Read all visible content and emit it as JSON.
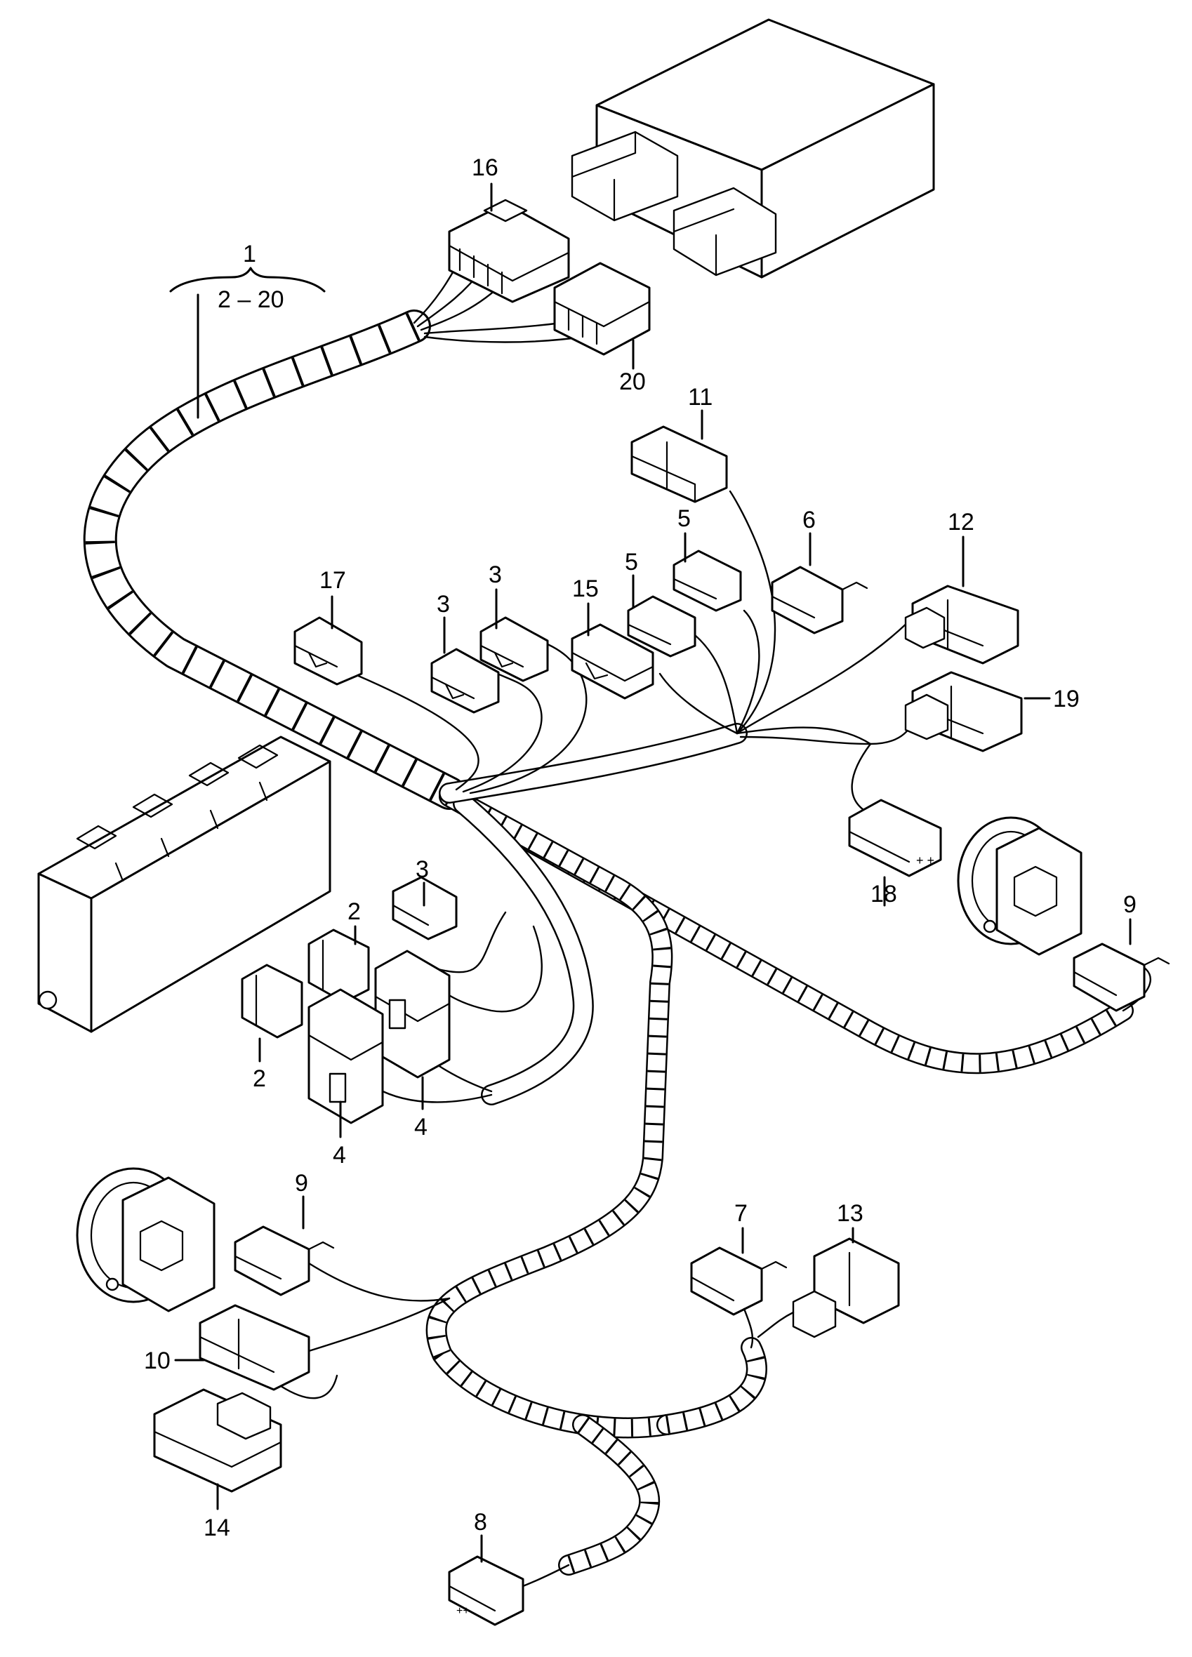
{
  "callouts": {
    "c1": "1",
    "c1_range": "2 – 20",
    "c2a": "2",
    "c2b": "2",
    "c3a": "3",
    "c3b": "3",
    "c3c": "3",
    "c4a": "4",
    "c4b": "4",
    "c5a": "5",
    "c5b": "5",
    "c6": "6",
    "c7": "7",
    "c8": "8",
    "c9a": "9",
    "c9b": "9",
    "c10": "10",
    "c11": "11",
    "c12": "12",
    "c13": "13",
    "c14": "14",
    "c15": "15",
    "c16": "16",
    "c17": "17",
    "c18": "18",
    "c19": "19",
    "c20": "20"
  }
}
